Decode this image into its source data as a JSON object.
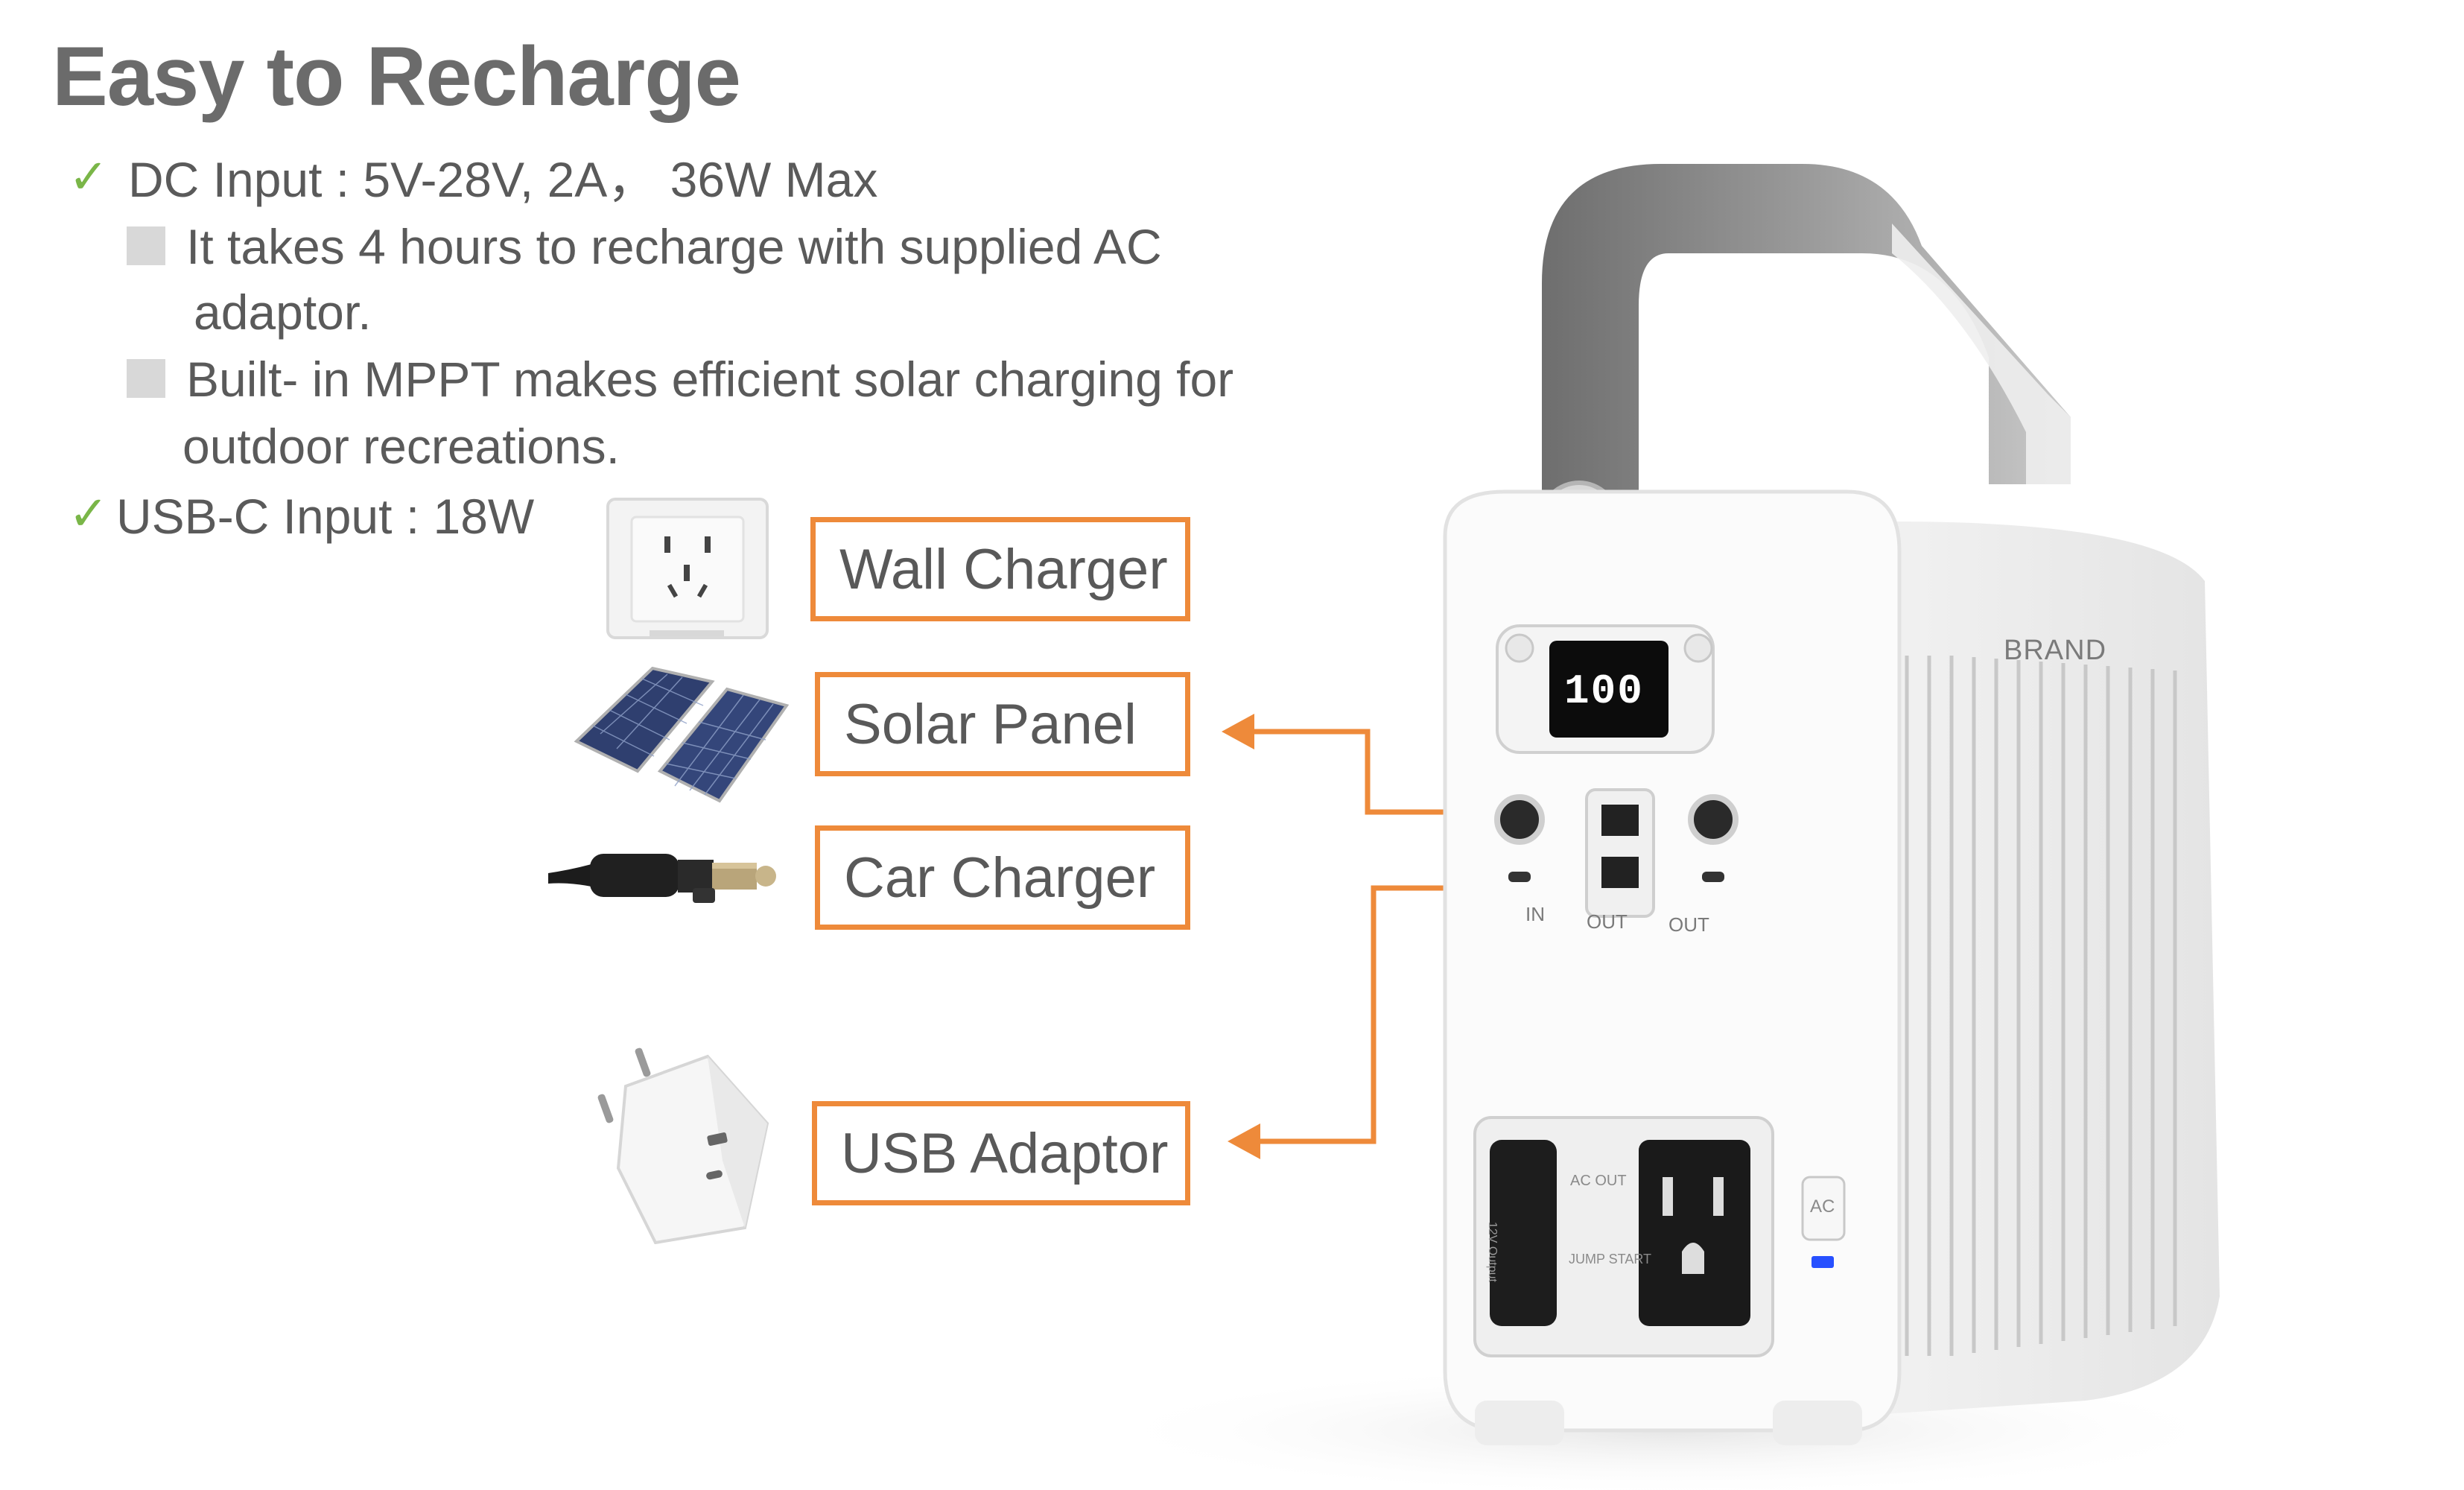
{
  "title": "Easy to Recharge",
  "bullets": {
    "dc_input": "DC Input : 5V-28V, 2A， 36W Max",
    "sub1_line1": "It takes 4 hours to recharge with supplied AC",
    "sub1_line2": "adaptor.",
    "sub2_line1": "Built- in MPPT makes efficient solar charging for",
    "sub2_line2": "outdoor recreations.",
    "usbc_input": "USB-C Input : 18W",
    "check_glyph": "✓"
  },
  "chargers": {
    "wall": "Wall Charger",
    "solar": "Solar Panel",
    "car": "Car Charger",
    "usb": "USB Adaptor"
  },
  "device": {
    "brand": "BRAND",
    "display_value": "100",
    "port_in": "IN",
    "port_out_1": "OUT",
    "port_out_2": "OUT",
    "ac_out": "AC OUT",
    "jump_start": "JUMP START",
    "ac_button": "AC",
    "car_outlet": "12V Output"
  },
  "colors": {
    "accent_orange": "#ee8a3a",
    "check_green": "#7ab648",
    "text_gray": "#595959"
  },
  "icons": [
    "check-icon",
    "square-bullet-icon",
    "wall-socket-icon",
    "solar-panel-icon",
    "car-plug-icon",
    "usb-adaptor-icon",
    "power-station-image",
    "arrow-icon"
  ]
}
